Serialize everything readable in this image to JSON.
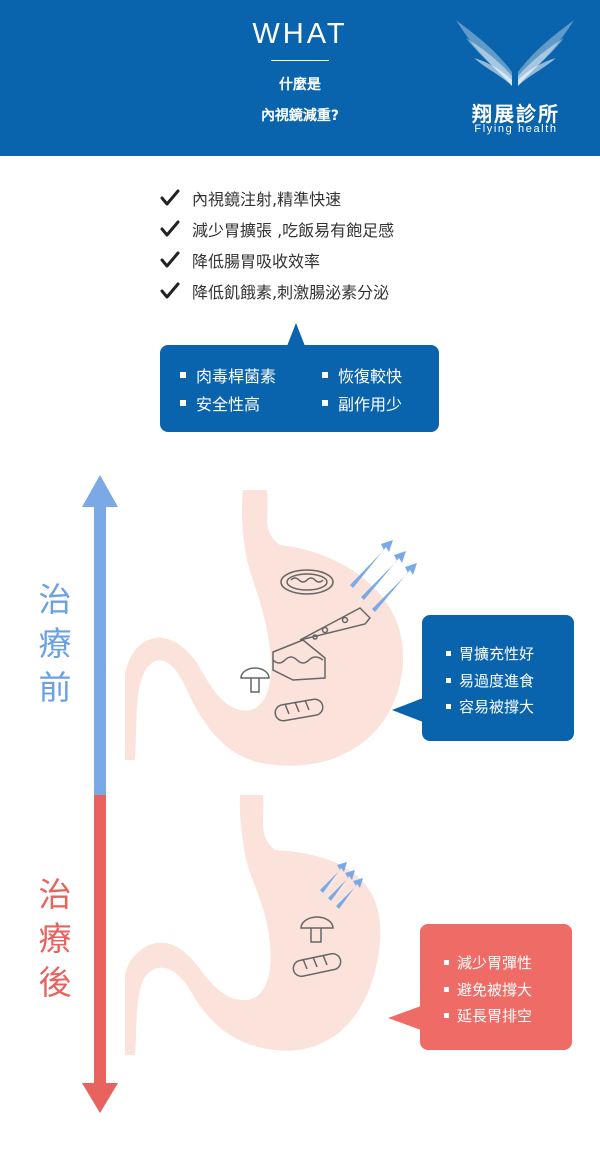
{
  "header": {
    "title": "WHAT",
    "line1": "什麼是",
    "line2": "內視鏡減重?",
    "logo_name": "翔展診所",
    "logo_sub": "Flying  health"
  },
  "checklist": [
    "內視鏡注射,精準快速",
    "減少胃擴張 ,吃飯易有飽足感",
    "降低腸胃吸收效率",
    "降低飢餓素,刺激腸泌素分泌"
  ],
  "features": [
    "肉毒桿菌素",
    "恢復較快",
    "安全性高",
    "副作用少"
  ],
  "before": {
    "label": "治療前",
    "items": [
      "胃擴充性好",
      "易過度進食",
      "容易被撐大"
    ]
  },
  "after": {
    "label": "治療後",
    "items": [
      "減少胃彈性",
      "避免被撐大",
      "延長胃排空"
    ]
  },
  "colors": {
    "brand_blue": "#0a64ad",
    "arrow_blue": "#7aa9e6",
    "arrow_red": "#e8625e",
    "after_box": "#ef6b65",
    "stomach": "#fbe2da"
  }
}
